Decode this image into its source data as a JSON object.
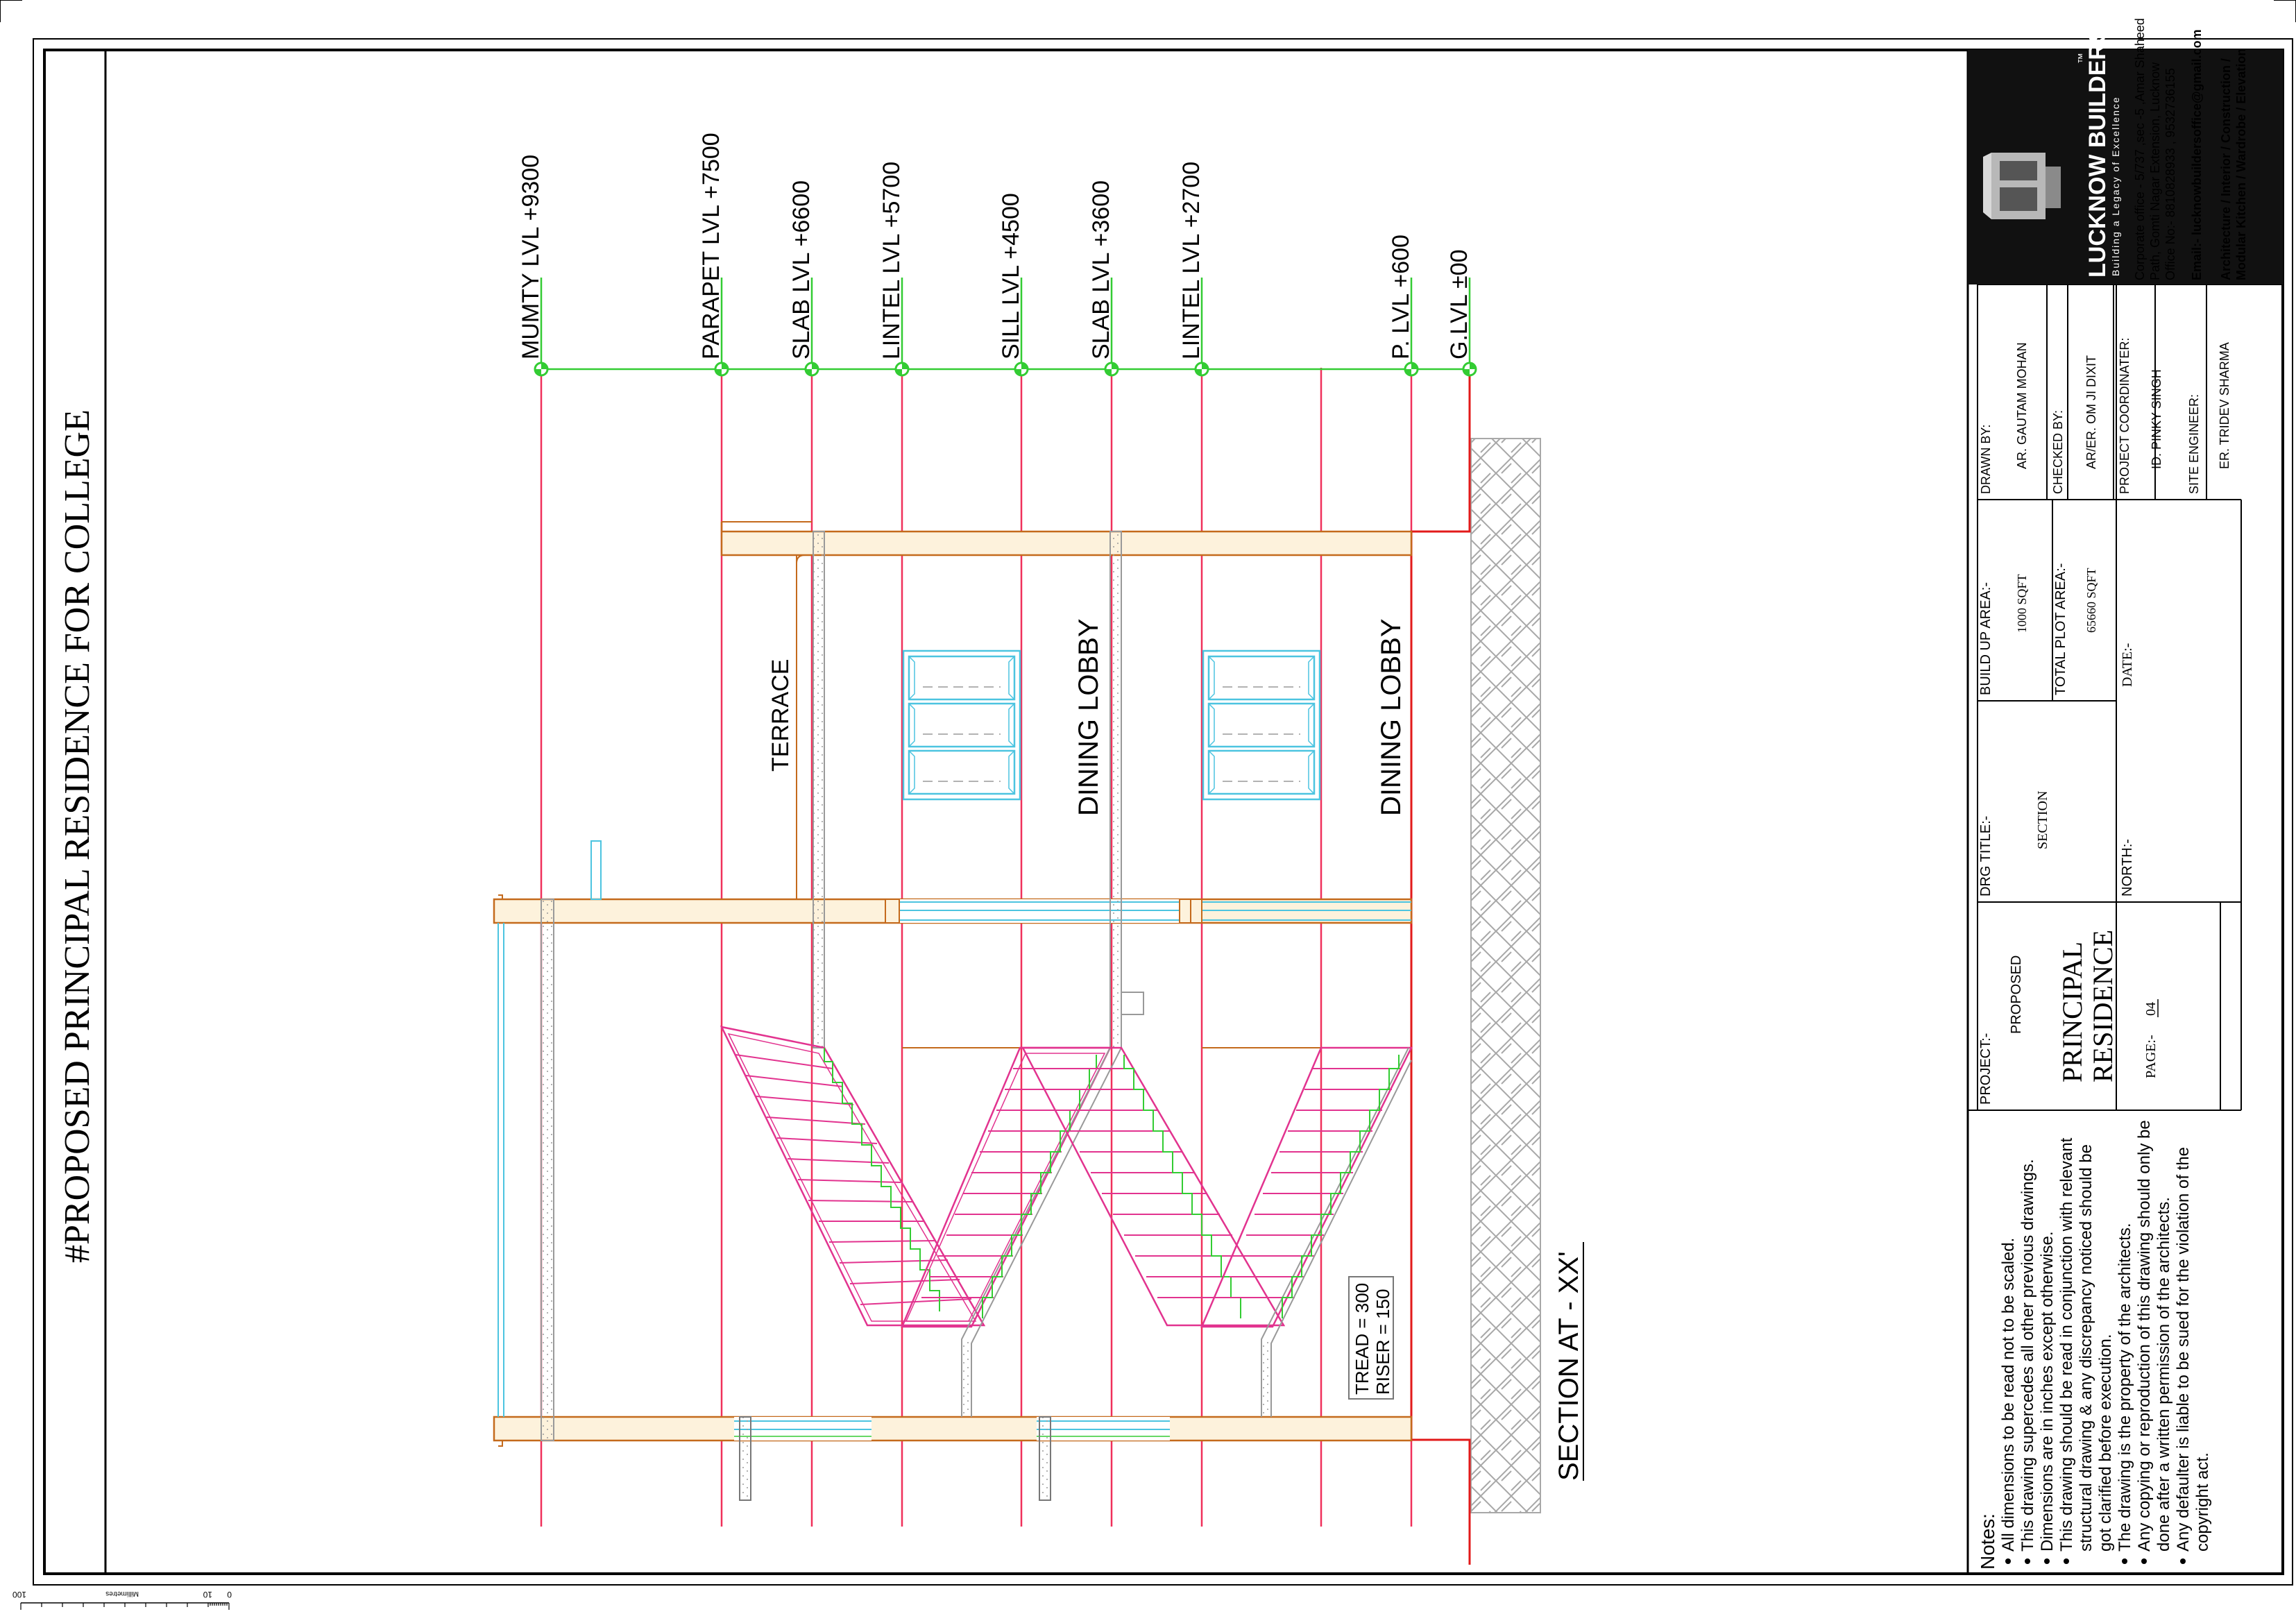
{
  "title": "#PROPOSED PRINCIPAL RESIDENCE FOR COLLEGE",
  "levels": [
    {
      "label": "MUMTY LVL +9300"
    },
    {
      "label": "PARAPET LVL +7500"
    },
    {
      "label": "SLAB LVL +6600"
    },
    {
      "label": "LINTEL LVL +5700"
    },
    {
      "label": "SILL LVL +4500"
    },
    {
      "label": "SLAB LVL +3600"
    },
    {
      "label": "LINTEL LVL +2700"
    },
    {
      "label": "P. LVL +600"
    },
    {
      "label": "G.LVL ±00"
    }
  ],
  "rooms": {
    "terrace": "TERRACE",
    "upper": "DINING LOBBY",
    "lower": "DINING LOBBY"
  },
  "stair_note": {
    "tread": "TREAD = 300",
    "riser": "RISER  = 150"
  },
  "section_title": "SECTION AT - XX'",
  "notes": {
    "heading": "Notes:",
    "items": [
      "All dimensions to be read not to be scaled.",
      "This drawing supercedes all other previous drawings.",
      "Dimensions are in inches except otherwise.",
      "This drawing should be read in conjunction with relevant",
      "structural drawing & any discrepancy noticed should be",
      "got clarified before execution.",
      "The drawing is the property of the architects.",
      "Any copying or reproduction of this drawing should only be",
      "done after a written permission of the architects.",
      "Any defaulter is liable to be sued for the violation of the",
      "copyright act."
    ]
  },
  "title_block": {
    "project_label": "PROJECT:-",
    "project_value": "PROPOSED",
    "project_name_1": "PRINCIPAL",
    "project_name_2": "RESIDENCE",
    "page_label": "PAGE:-",
    "page_value": "04",
    "drg_title_label": "DRG TITLE:-",
    "drg_title_value": "SECTION",
    "north_label": "NORTH:-",
    "build_up_label": "BUILD UP AREA:-",
    "build_up_value": "1000 SQFT",
    "plot_area_label": "TOTAL PLOT AREA:-",
    "plot_area_value": "65660 SQFT",
    "date_label": "DATE:-",
    "drawn_by_label": "DRAWN BY:",
    "drawn_by_value": "AR. GAUTAM MOHAN",
    "checked_by_label": "CHECKED BY:",
    "checked_by_value": "AR/ER. OM JI DIXIT",
    "coordinator_label": "PROJECT COORDINATER:",
    "coordinator_value": "ID. PINKY SINGH",
    "site_engineer_label": "SITE ENGINEER:",
    "site_engineer_value": "ER. TRIDEV SHARMA"
  },
  "company": {
    "name": "LUCKNOW BUILDERS",
    "trademark": "™",
    "tagline": "Building a Legacy of Excellence",
    "address_1": "Corporate office - 5/737 ,sec -5 ,Amar Shaheed",
    "address_2": "Path, Gomti Nagar Extension, Lucknow",
    "phone": "Office No:- 8810828933 , 9532736155",
    "email": "Email:-  lucknowbuildersoffice@gmail.com",
    "services_1": "Architecture / Interior / Construction /",
    "services_2": "Modular Kitchen / Wardrobe / Elevation"
  },
  "scale_bar": {
    "unit": "Millimetres",
    "label_start": "0",
    "label_10": "10",
    "label_end": "100"
  },
  "colors": {
    "grid_line": "#f0305a",
    "level_line": "#33cc33",
    "slab_fill": "#fdf2dc",
    "slab_edge": "#c46a1c",
    "stair": "#e2338f",
    "glass": "#4cc4e0",
    "ground_line": "#e21a1a",
    "hatch": "#a8a8a8"
  }
}
